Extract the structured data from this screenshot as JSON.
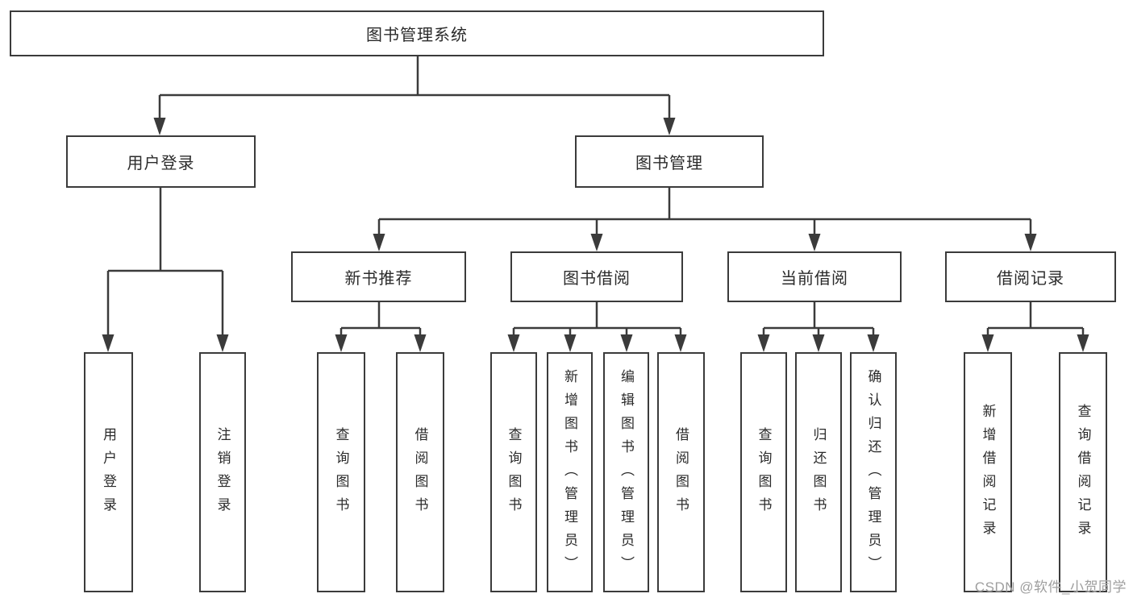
{
  "diagram": {
    "nodes": {
      "root": "图书管理系统",
      "user_login": "用户登录",
      "book_mgmt": "图书管理",
      "new_books": "新书推荐",
      "book_borrow": "图书借阅",
      "current_borrow": "当前借阅",
      "borrow_records": "借阅记录",
      "leaf_user_login": "用户登录",
      "leaf_logout": "注销登录",
      "leaf_nb_query": "查询图书",
      "leaf_nb_borrow": "借阅图书",
      "leaf_bb_query": "查询图书",
      "leaf_bb_add": "新增图书（管理员）",
      "leaf_bb_edit": "编辑图书（管理员）",
      "leaf_bb_borrow": "借阅图书",
      "leaf_cb_query": "查询图书",
      "leaf_cb_return": "归还图书",
      "leaf_cb_confirm": "确认归还（管理员）",
      "leaf_br_add": "新增借阅记录",
      "leaf_br_query": "查询借阅记录"
    },
    "watermark": "CSDN @软件_小贺同学",
    "colors": {
      "line": "#3b3b3b",
      "text": "#2b2b2b",
      "watermark": "#9e9e9e",
      "background": "#ffffff"
    }
  }
}
